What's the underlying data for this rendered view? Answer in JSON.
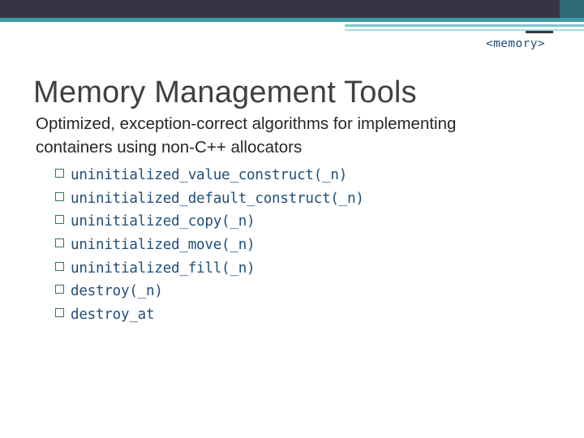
{
  "decor": {
    "band_dark_color": "#363545",
    "band_teal_color": "#3f9aa8",
    "band_light_teal_color": "#7fc4cd",
    "band_corner_color": "#2e6b76"
  },
  "header": {
    "tag": "<memory>",
    "tag_color": "#1f4e79"
  },
  "title": "Memory Management Tools",
  "body": {
    "lead": "Optimized, exception-correct algorithms for implementing containers using non-C++ allocators",
    "items": [
      {
        "label": "uninitialized_value_construct(_n)"
      },
      {
        "label": "uninitialized_default_construct(_n)"
      },
      {
        "label": "uninitialized_copy(_n)"
      },
      {
        "label": "uninitialized_move(_n)"
      },
      {
        "label": "uninitialized_fill(_n)"
      },
      {
        "label": "destroy(_n)"
      },
      {
        "label": "destroy_at"
      }
    ],
    "item_color": "#1f4e79",
    "lead_color": "#262626"
  }
}
